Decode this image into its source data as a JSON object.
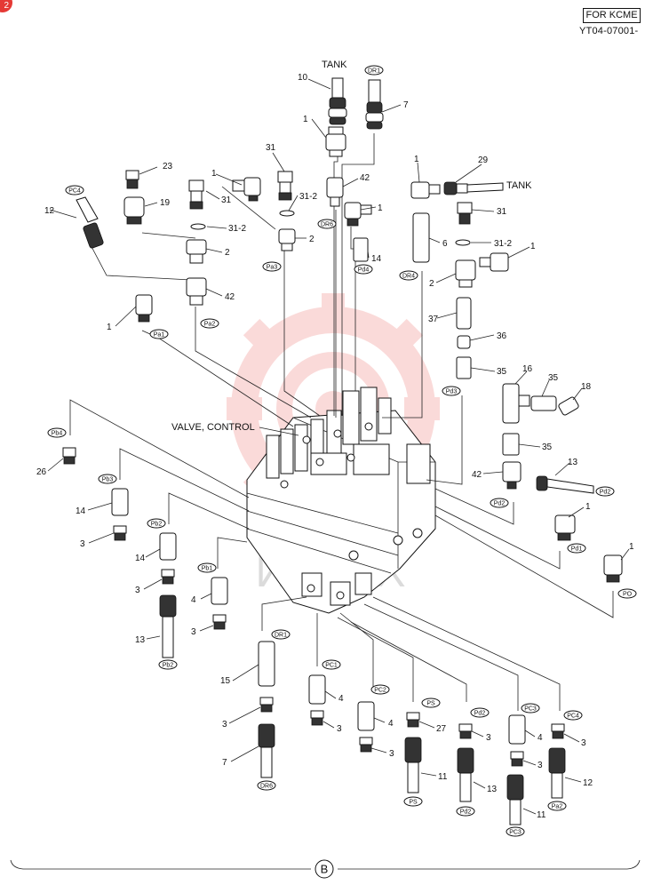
{
  "header": {
    "variant_box": "FOR KCME",
    "code": "YT04-07001-",
    "corner_marker": "2"
  },
  "main_label": "VALVE, CONTROL",
  "tank_labels": [
    "TANK",
    "TANK"
  ],
  "watermark": "ИНТЕХ",
  "footer_marker": "B",
  "ports": {
    "pc4_top": "PC4",
    "dr1_top": "DR1",
    "dr6_mid": "DR6",
    "pa3": "Pa3",
    "pd4": "Pd4",
    "dr4": "DR4",
    "pa2_mid": "Pa2",
    "pa1": "Pa1",
    "pd3": "Pd3",
    "pb4": "Pb4",
    "pb3": "Pb3",
    "pb2": "Pb2",
    "pb1": "Pb1",
    "pd2_mid": "Pd2",
    "pd2_hose": "Pd2",
    "pd1": "Pd1",
    "po": "PO",
    "pb2_bottom": "Pb2",
    "dr1_bottom": "DR1",
    "pc1": "PC1",
    "pc2": "PC2",
    "ps": "PS",
    "pd2_low": "Pd2",
    "pc3": "PC3",
    "pc4_low": "PC4",
    "dr6_bottom": "DR6",
    "ps_bottom": "PS",
    "pd2_bottom": "Pd2",
    "pc3_bottom": "PC3",
    "pa2_bottom": "Pa2"
  },
  "callouts": {
    "c10": "10",
    "c7a": "7",
    "c1a": "1",
    "c31a": "31",
    "c1b": "1",
    "c31b": "31",
    "c31_2a": "31-2",
    "c23": "23",
    "c19": "19",
    "c31_2b": "31-2",
    "c2a": "2",
    "c42a": "42",
    "c12a": "12",
    "c2b": "2",
    "c42b": "42",
    "c1c": "1",
    "c1d": "1",
    "c14a": "14",
    "c1e": "1",
    "c29": "29",
    "c31c": "31",
    "c6": "6",
    "c31_2c": "31-2",
    "c1f": "1",
    "c2c": "2",
    "c37": "37",
    "c36": "36",
    "c35a": "35",
    "c16": "16",
    "c35b": "35",
    "c18": "18",
    "c35c": "35",
    "c42c": "42",
    "c13a": "13",
    "c1g": "1",
    "c1h": "1",
    "c26": "26",
    "c14b": "14",
    "c3a": "3",
    "c14c": "14",
    "c3b": "3",
    "c4a": "4",
    "c3c": "3",
    "c13b": "13",
    "c15": "15",
    "c3d": "3",
    "c7b": "7",
    "c4b": "4",
    "c3e": "3",
    "c4c": "4",
    "c3f": "3",
    "c27": "27",
    "c11a": "11",
    "c3g": "3",
    "c13c": "13",
    "c4d": "4",
    "c3h": "3",
    "c11b": "11",
    "c3i": "3",
    "c12b": "12"
  }
}
